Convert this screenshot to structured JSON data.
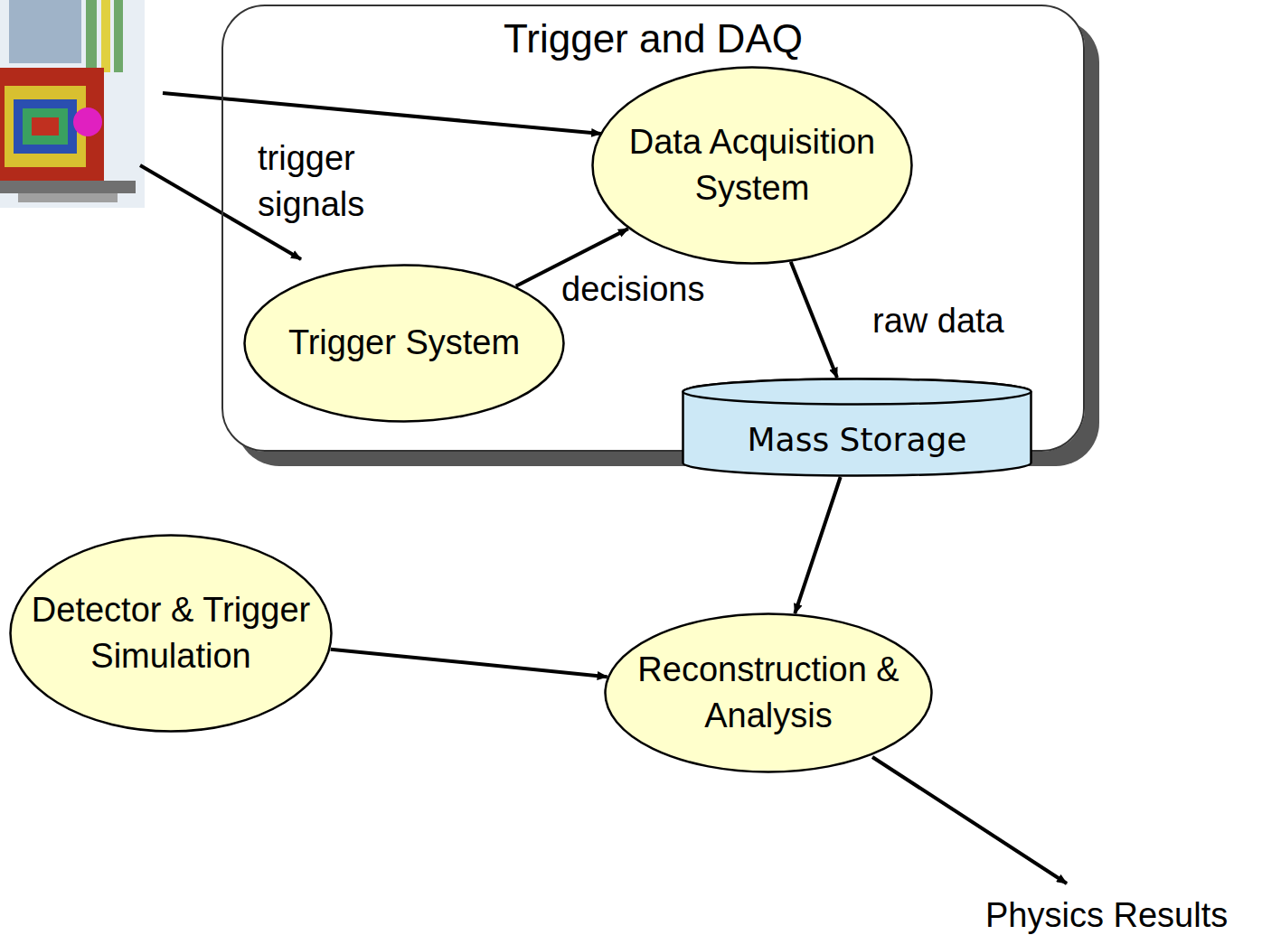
{
  "diagram": {
    "nodes": [
      {
        "text": [
          "Trigger and DAQ"
        ]
      },
      {
        "text": [
          "Data Acquisition System"
        ],
        "in": 0
      },
      {
        "text": [
          "Trigger System"
        ],
        "in": 0
      },
      {
        "text": [
          "Mass Storage"
        ],
        "in": 0
      },
      {
        "text": [
          "Detector & Trigger Simulation"
        ]
      },
      {
        "text": [
          "Reconstruction & Analysis"
        ]
      }
    ],
    "edges": [
      {
        "from": 2,
        "to": 1,
        "label": "decisions",
        "arrow": "to"
      },
      {
        "from": 1,
        "to": 3,
        "label": "raw data",
        "arrow": "to"
      },
      {
        "from": 3,
        "to": 5,
        "arrow": "to"
      },
      {
        "from": 4,
        "to": 5,
        "arrow": "to"
      }
    ],
    "labels": [
      "trigger signals",
      "Physics Results"
    ]
  }
}
